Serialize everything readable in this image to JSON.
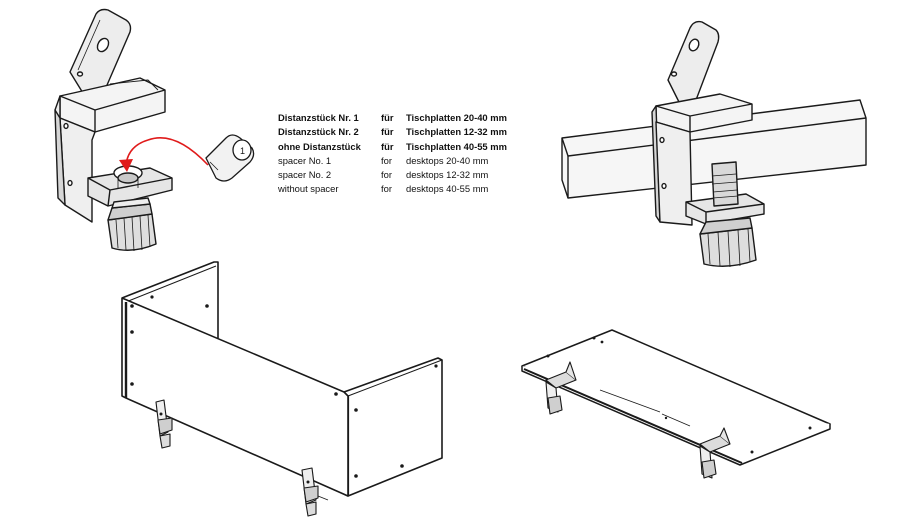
{
  "specs": [
    {
      "lang": "de",
      "label": "Distanzstück Nr. 1",
      "preposition": "für",
      "value": "Tischplatten 20-40 mm"
    },
    {
      "lang": "de",
      "label": "Distanzstück Nr. 2",
      "preposition": "für",
      "value": "Tischplatten 12-32 mm"
    },
    {
      "lang": "de",
      "label": "ohne Distanzstück",
      "preposition": "für",
      "value": "Tischplatten 40-55 mm"
    },
    {
      "lang": "en",
      "label": "spacer No. 1",
      "preposition": "for",
      "value": "desktops 20-40 mm"
    },
    {
      "lang": "en",
      "label": "spacer No. 2",
      "preposition": "for",
      "value": "desktops 12-32 mm"
    },
    {
      "lang": "en",
      "label": "without spacer",
      "preposition": "for",
      "value": "desktops 40-55 mm"
    }
  ],
  "spacer_cap_number": "1",
  "colors": {
    "line": "#1a1a1a",
    "arrow": "#e01b1b",
    "fill_light": "#f2f2f2",
    "fill_mid": "#dcdcdc",
    "fill_dark": "#9a9a9a"
  }
}
